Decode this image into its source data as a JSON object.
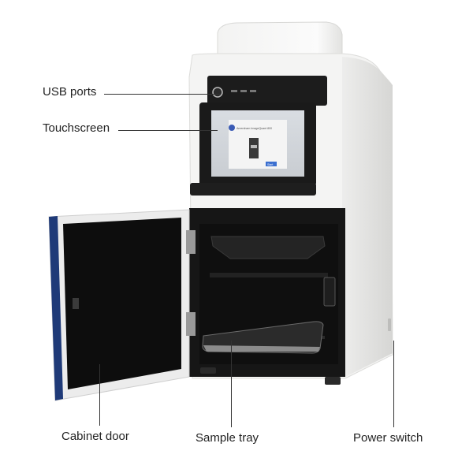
{
  "screen": {
    "brand_text": "Amersham ImageQuant 800",
    "button_text": "Start"
  },
  "callouts": {
    "usb_ports": "USB ports",
    "touchscreen": "Touchscreen",
    "cabinet_door": "Cabinet door",
    "sample_tray": "Sample tray",
    "power_switch": "Power switch"
  },
  "colors": {
    "body_white": "#f4f4f3",
    "dark_panel": "#1c1c1c",
    "door_blue": "#1f3a78",
    "label_text": "#222222",
    "leader_line": "#333333"
  }
}
